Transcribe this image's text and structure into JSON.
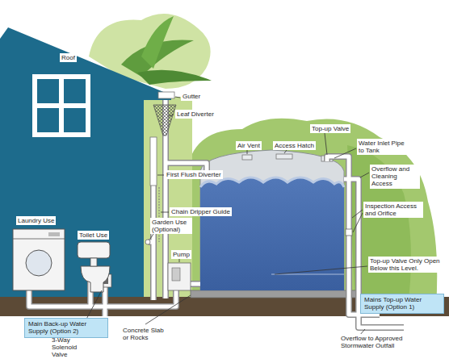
{
  "diagram": {
    "nodes": [
      {
        "text": [
          "Main Back-up Water Supply (Option 2)"
        ]
      },
      {
        "text": [
          "Mains Top-up Water Supply (Option 1)"
        ]
      }
    ],
    "labels": [
      "Roof",
      "Gutter",
      "Leaf Diverter",
      "First Flush Diverter",
      "Chain Dripper Guide",
      "Garden Use (Optional)",
      "Pump",
      "Laundry Use",
      "Toilet Use",
      "3-Way Solenoid Valve",
      "Concrete Slab or Rocks",
      "Air Vent",
      "Access Hatch",
      "Top-up Valve",
      "Water Inlet Pipe to Tank",
      "Overflow and Cleaning Access",
      "Inspection Access and Orifice",
      "Top-up Valve Only Open Below this Level.",
      "Overflow to Approved Stormwater Outfall"
    ]
  }
}
